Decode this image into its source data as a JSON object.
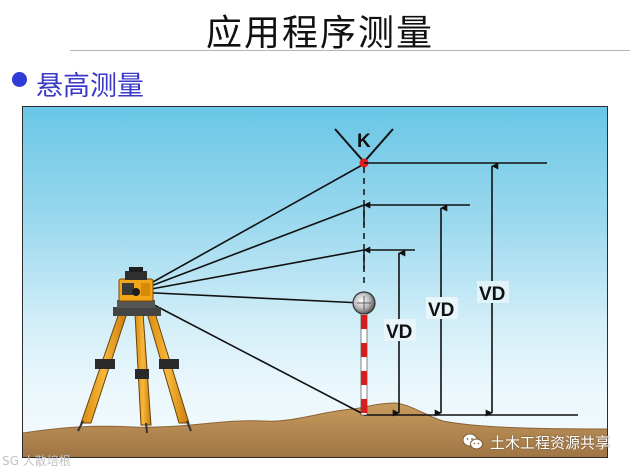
{
  "header": {
    "title": "应用程序测量",
    "subtitle": "悬高测量"
  },
  "diagram": {
    "point_label": "K",
    "vd_labels": [
      "VD",
      "VD",
      "VD"
    ]
  },
  "watermarks": {
    "right": "土木工程资源共享",
    "left": "SG 人散培根"
  },
  "colors": {
    "title": "#111111",
    "subtitle": "#3a38c8",
    "bullet": "#2e3bd6",
    "target_point": "#e11b1b",
    "ground": "#b58852"
  },
  "icons": {
    "bullet": "blue-circle-bullet",
    "instrument": "total-station-icon",
    "prism": "prism-reflector-icon",
    "wechat": "wechat-icon"
  }
}
